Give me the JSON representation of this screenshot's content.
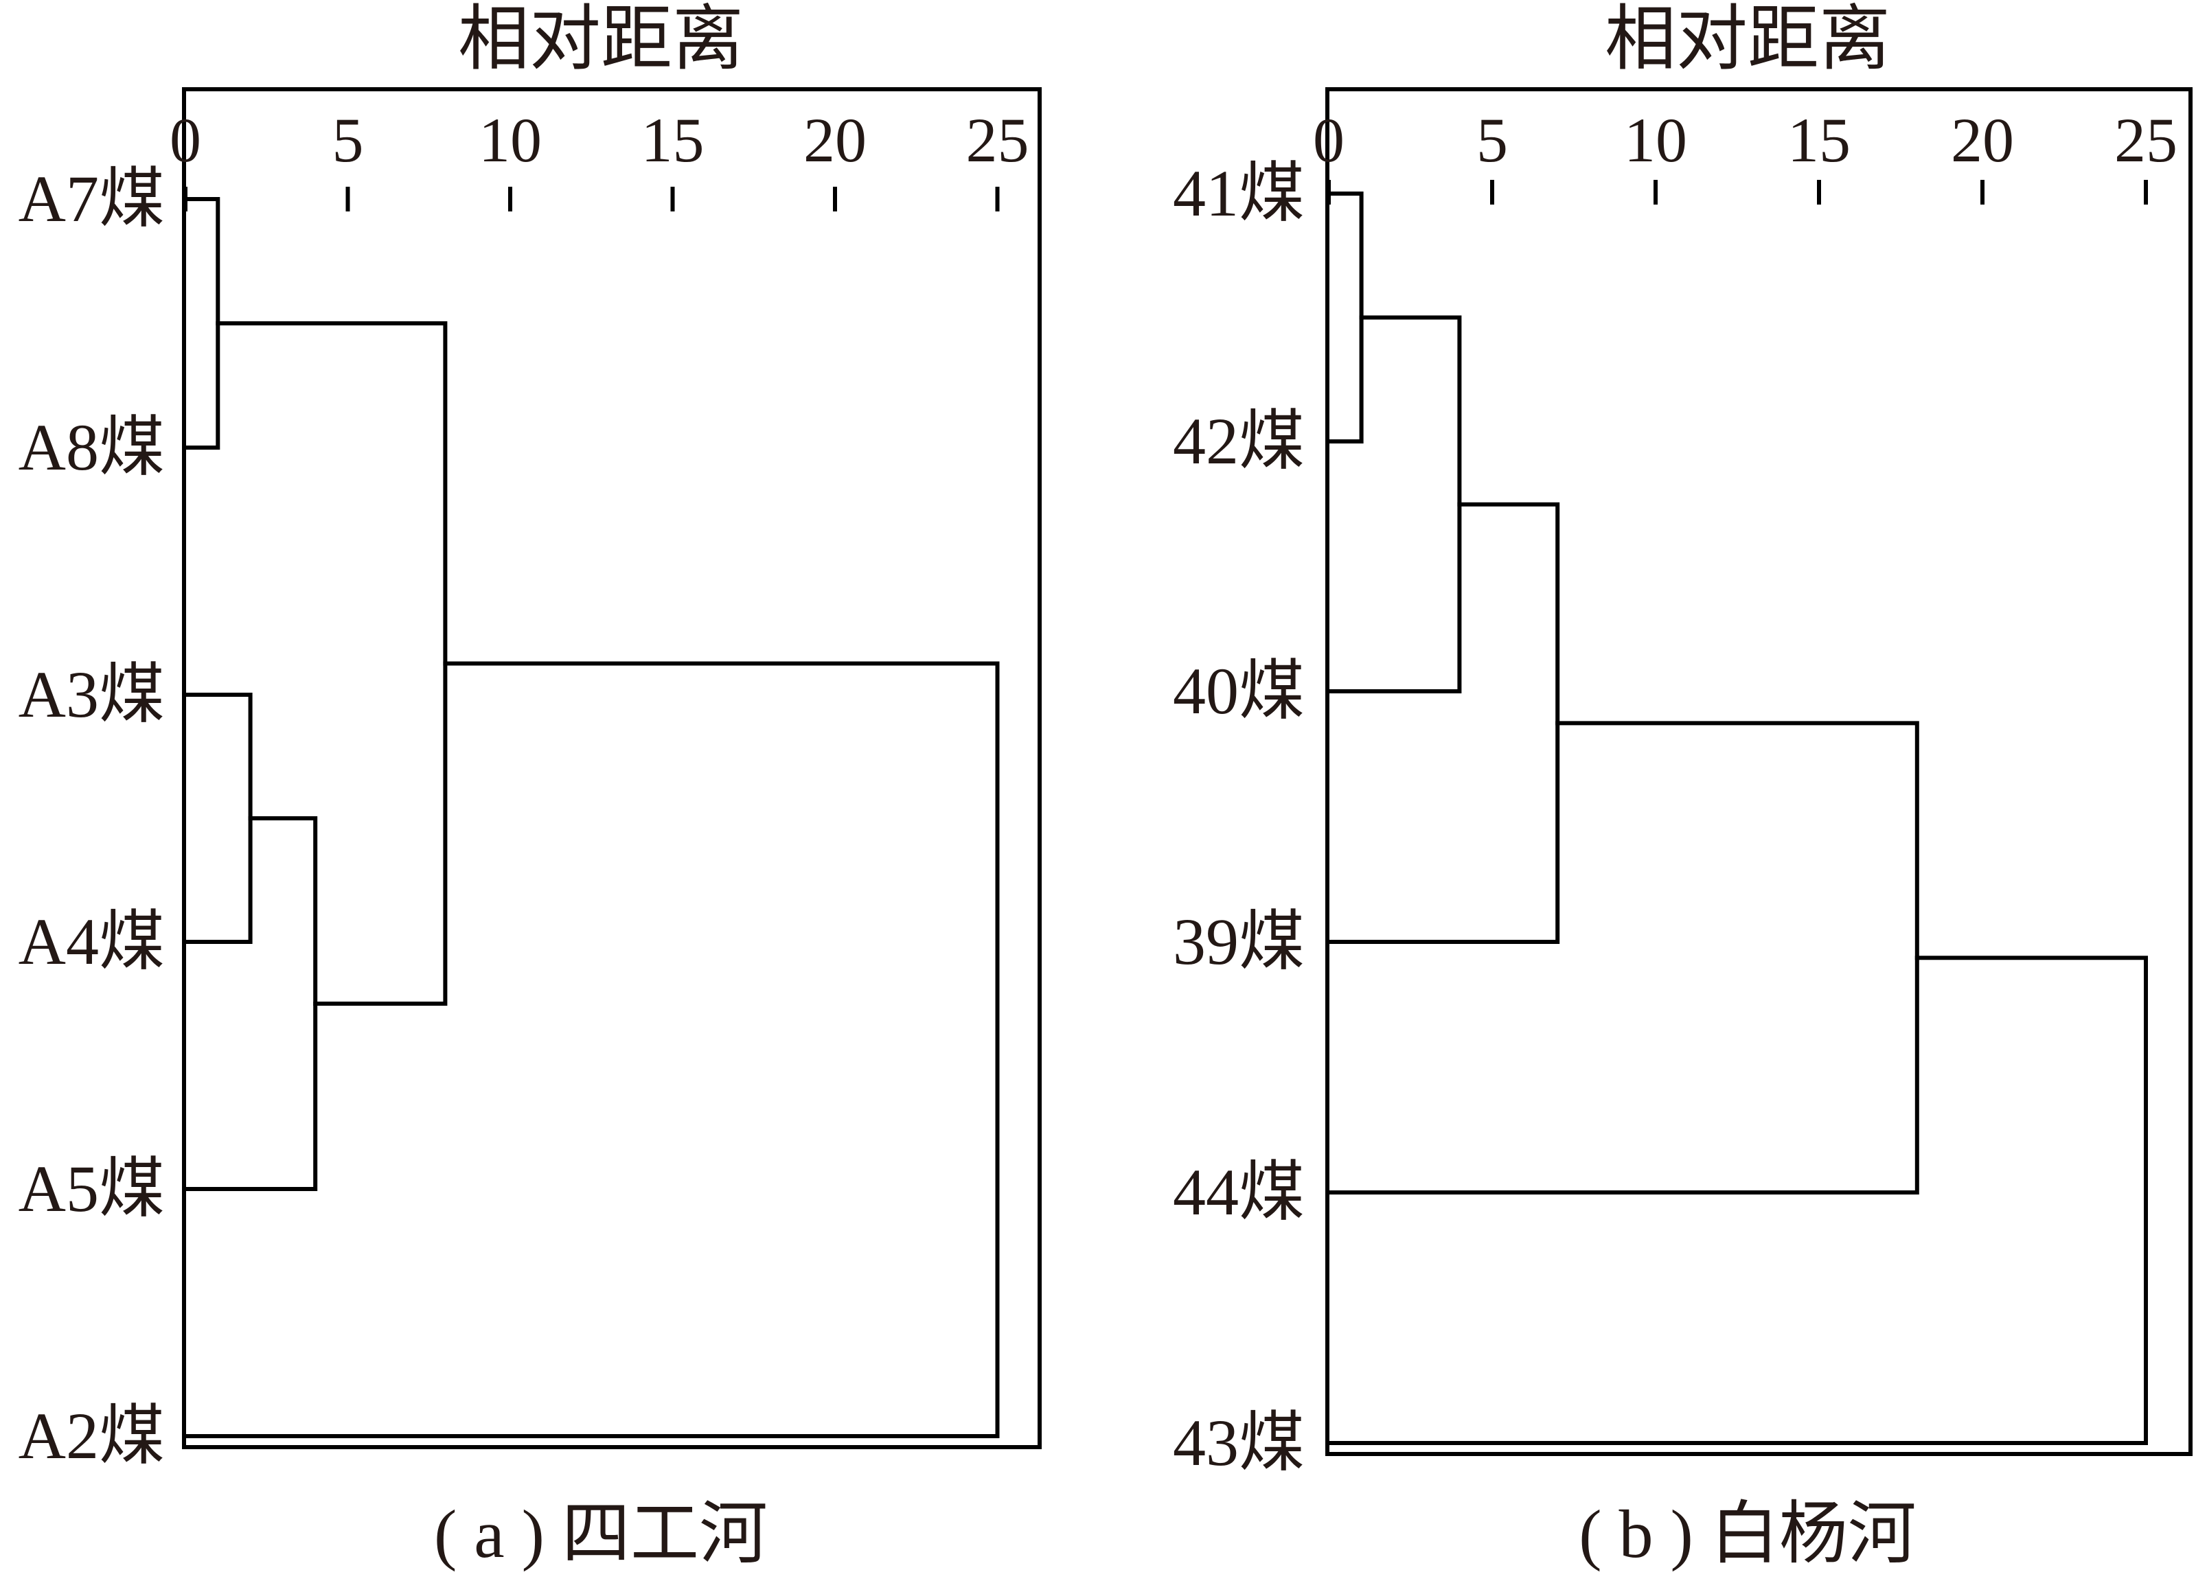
{
  "panels": [
    {
      "id": "a",
      "axis_title": "相对距离",
      "caption": "( a ) 四工河",
      "ticks": [
        "0",
        "5",
        "10",
        "15",
        "20",
        "25"
      ],
      "leaves": [
        "A7煤",
        "A8煤",
        "A3煤",
        "A4煤",
        "A5煤",
        "A2煤"
      ]
    },
    {
      "id": "b",
      "axis_title": "相对距离",
      "caption": "( b ) 白杨河",
      "ticks": [
        "0",
        "5",
        "10",
        "15",
        "20",
        "25"
      ],
      "leaves": [
        "41煤",
        "42煤",
        "40煤",
        "39煤",
        "44煤",
        "43煤"
      ]
    }
  ],
  "chart_data": [
    {
      "type": "dendrogram",
      "axis_title": "相对距离",
      "caption": "( a ) 四工河",
      "x_range": [
        0,
        25
      ],
      "leaves": [
        "A7煤",
        "A8煤",
        "A3煤",
        "A4煤",
        "A5煤",
        "A2煤"
      ],
      "merges": [
        {
          "members": [
            "A7煤",
            "A8煤"
          ],
          "distance": 1
        },
        {
          "members": [
            "A3煤",
            "A4煤"
          ],
          "distance": 2
        },
        {
          "members": [
            "A3煤",
            "A4煤",
            "A5煤"
          ],
          "distance": 4
        },
        {
          "members": [
            "A7煤",
            "A8煤",
            "A3煤",
            "A4煤",
            "A5煤"
          ],
          "distance": 8
        },
        {
          "members": [
            "A7煤",
            "A8煤",
            "A3煤",
            "A4煤",
            "A5煤",
            "A2煤"
          ],
          "distance": 25
        }
      ]
    },
    {
      "type": "dendrogram",
      "axis_title": "相对距离",
      "caption": "( b ) 白杨河",
      "x_range": [
        0,
        25
      ],
      "leaves": [
        "41煤",
        "42煤",
        "40煤",
        "39煤",
        "44煤",
        "43煤"
      ],
      "merges": [
        {
          "members": [
            "41煤",
            "42煤"
          ],
          "distance": 1
        },
        {
          "members": [
            "41煤",
            "42煤",
            "40煤"
          ],
          "distance": 4
        },
        {
          "members": [
            "41煤",
            "42煤",
            "40煤",
            "39煤"
          ],
          "distance": 7
        },
        {
          "members": [
            "41煤",
            "42煤",
            "40煤",
            "39煤",
            "44煤"
          ],
          "distance": 18
        },
        {
          "members": [
            "41煤",
            "42煤",
            "40煤",
            "39煤",
            "44煤",
            "43煤"
          ],
          "distance": 25
        }
      ]
    }
  ]
}
